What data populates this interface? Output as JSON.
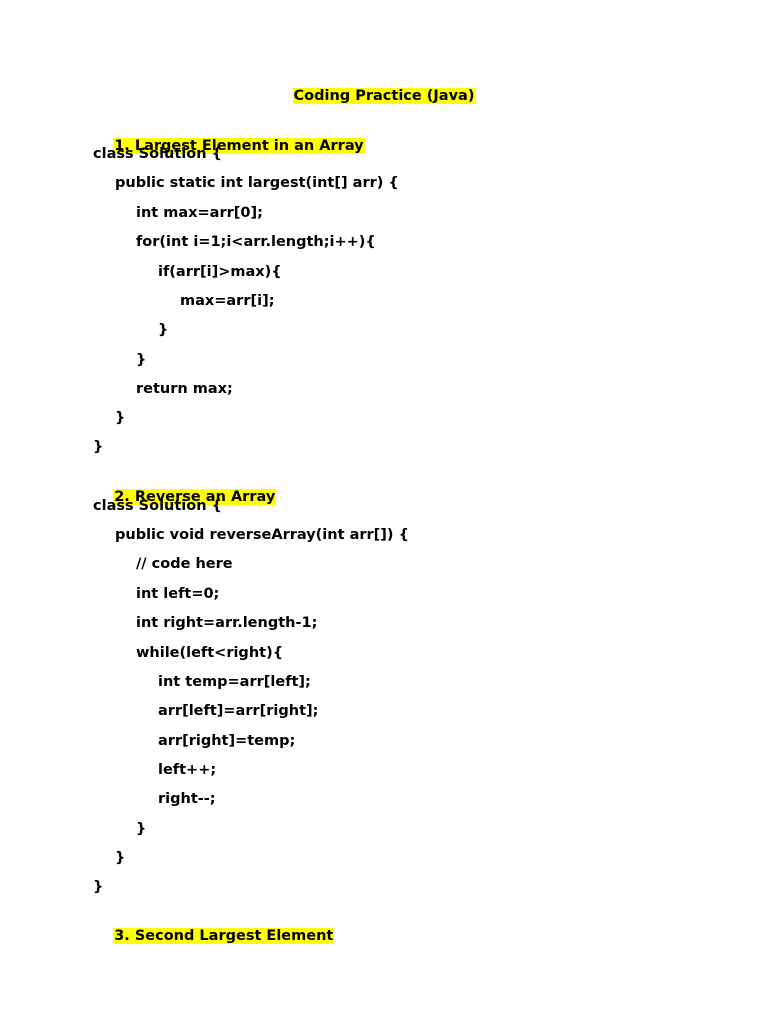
{
  "doc": {
    "title": "Coding Practice (Java)",
    "sections": [
      {
        "heading": "1. Largest Element in an Array",
        "code": [
          "class Solution {",
          "public static int largest(int[] arr) {",
          "int max=arr[0];",
          "for(int i=1;i<arr.length;i++){",
          "if(arr[i]>max){",
          "max=arr[i];",
          "}",
          "}",
          "return max;",
          "}",
          "}"
        ]
      },
      {
        "heading": "2. Reverse an Array",
        "code": [
          "class Solution {",
          "public void reverseArray(int arr[]) {",
          "// code here",
          "int left=0;",
          "int right=arr.length-1;",
          "while(left<right){",
          "int temp=arr[left];",
          "arr[left]=arr[right];",
          "arr[right]=temp;",
          "left++;",
          "right--;",
          "}",
          "}",
          "}"
        ]
      },
      {
        "heading": "3. Second Largest Element"
      }
    ]
  },
  "colors": {
    "highlight": "#ffff00",
    "text": "#000000",
    "background": "#ffffff"
  }
}
